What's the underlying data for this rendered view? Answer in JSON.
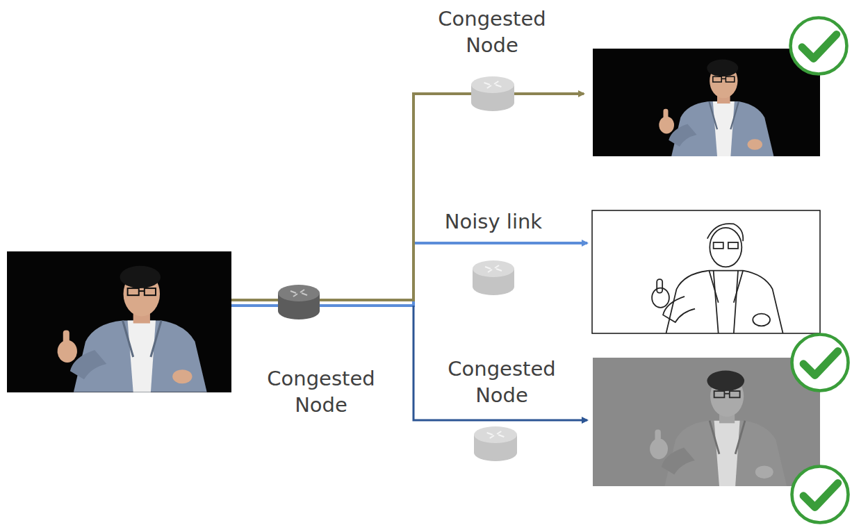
{
  "diagram": {
    "nodes": [
      {
        "text": [
          "Congested Node"
        ]
      },
      {
        "text": [
          "Congested Node"
        ]
      },
      {
        "text": [
          "Congested Node"
        ]
      }
    ],
    "edges": [
      {
        "from": 0,
        "to": 1,
        "arrow": "none"
      }
    ],
    "labels": [
      "Noisy link"
    ]
  }
}
